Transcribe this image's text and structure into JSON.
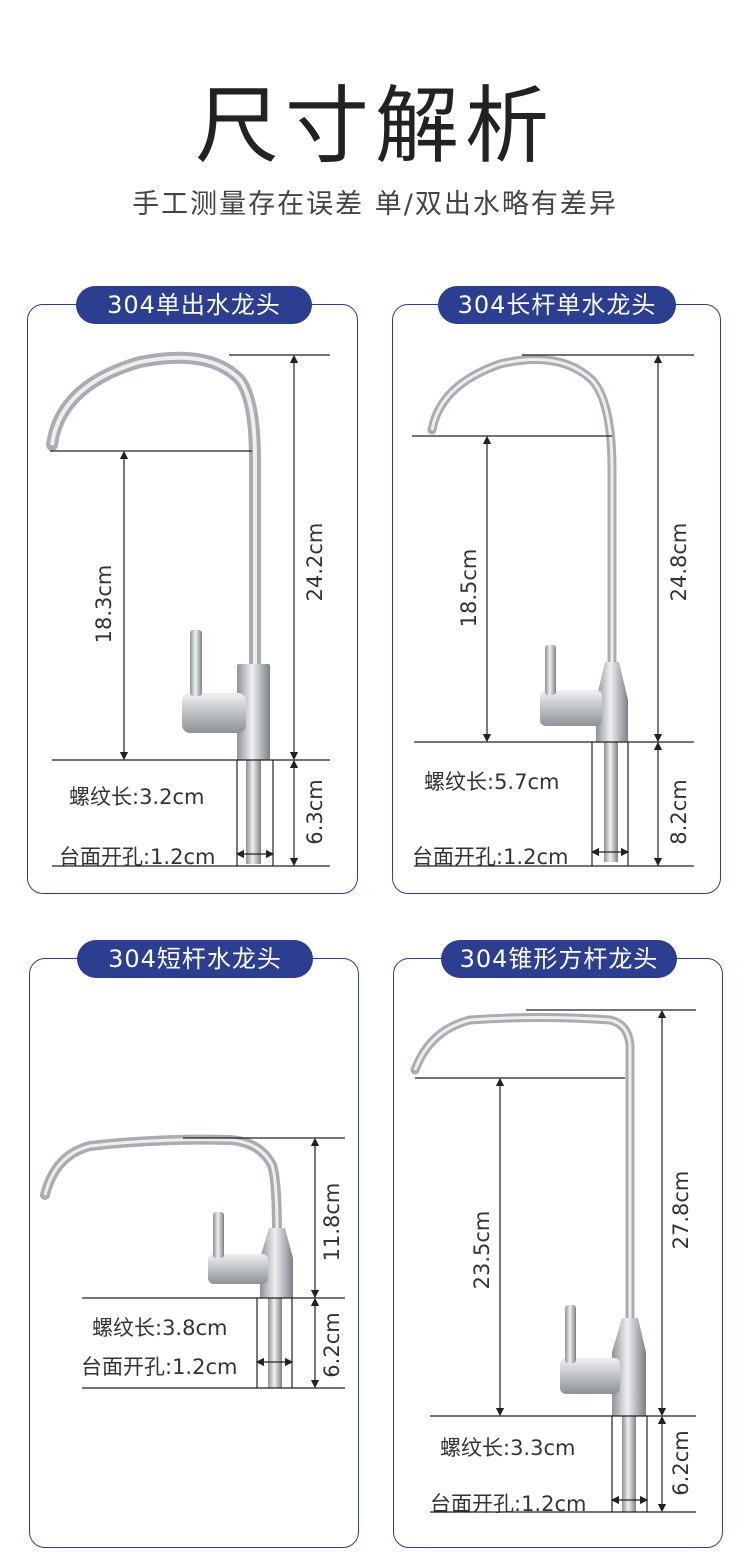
{
  "header": {
    "title": "尺寸解析",
    "subtitle": "手工测量存在误差  单/双出水略有差异"
  },
  "cards": [
    {
      "name": "304单出水龙头",
      "dims": {
        "spout_height": "18.3cm",
        "total_height": "24.2cm",
        "shank_height": "6.3cm",
        "thread": "螺纹长:3.2cm",
        "hole": "台面开孔:1.2cm"
      }
    },
    {
      "name": "304长杆单水龙头",
      "dims": {
        "spout_height": "18.5cm",
        "total_height": "24.8cm",
        "shank_height": "8.2cm",
        "thread": "螺纹长:5.7cm",
        "hole": "台面开孔:1.2cm"
      }
    },
    {
      "name": "304短杆水龙头",
      "dims": {
        "total_height": "11.8cm",
        "shank_height": "6.2cm",
        "thread": "螺纹长:3.8cm",
        "hole": "台面开孔:1.2cm"
      }
    },
    {
      "name": "304锥形方杆龙头",
      "dims": {
        "spout_height": "23.5cm",
        "total_height": "27.8cm",
        "shank_height": "6.2cm",
        "thread": "螺纹长:3.3cm",
        "hole": "台面开孔:1.2cm"
      }
    }
  ],
  "colors": {
    "accent": "#2c3e8f",
    "metal": "#b9bcc0",
    "line": "#222222"
  }
}
